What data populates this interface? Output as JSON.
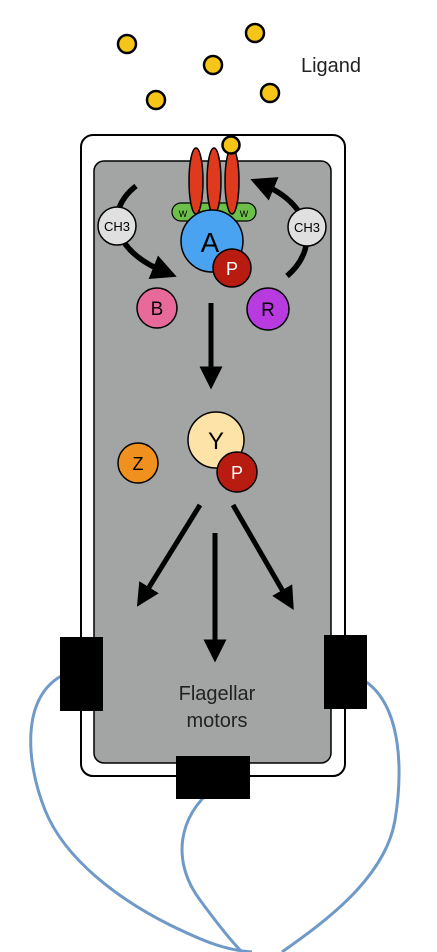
{
  "diagram": {
    "ligand_label": "Ligand",
    "motors_label_line1": "Flagellar",
    "motors_label_line2": "motors",
    "methyl_left": "CH3",
    "methyl_right": "CH3",
    "protein_A": "A",
    "protein_B": "B",
    "protein_R": "R",
    "protein_Y": "Y",
    "protein_Z": "Z",
    "phospho_A": "P",
    "phospho_Y": "P",
    "adaptor_left": "W",
    "adaptor_right": "W",
    "colors": {
      "ligand": "#f5c518",
      "receptor": "#e03a1e",
      "adaptor": "#6cc04a",
      "protein_A": "#4aa3f0",
      "protein_B": "#e86a9a",
      "protein_R": "#b83be0",
      "protein_Y": "#fde3a7",
      "protein_Z": "#f0901e",
      "phosphate": "#b81c10",
      "methyl": "#e0e0e0",
      "cytoplasm": "#a3a5a5",
      "motor": "#000000",
      "flagella": "#6f9ac8"
    }
  }
}
